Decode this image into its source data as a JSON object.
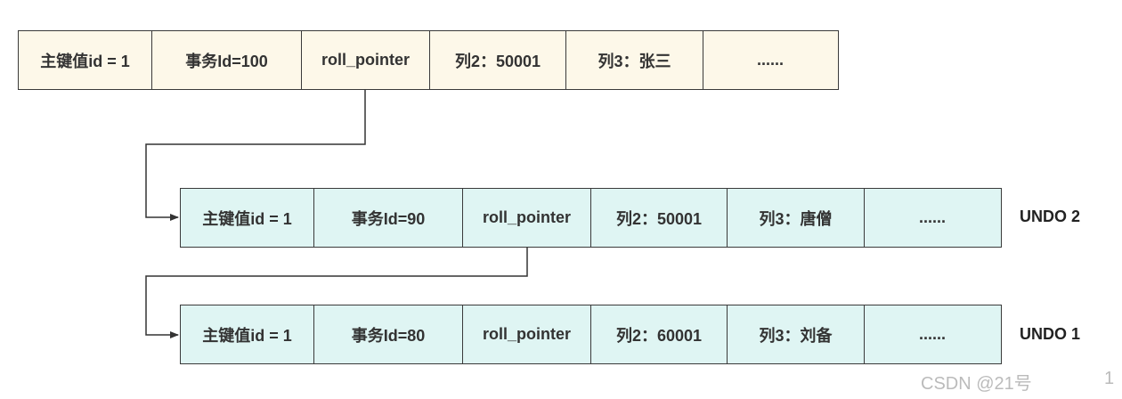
{
  "current_record": {
    "cells": [
      "主键值id = 1",
      "事务Id=100",
      "roll_pointer",
      "列2：50001",
      "列3：张三",
      "......"
    ]
  },
  "undo2": {
    "label": "UNDO 2",
    "cells": [
      "主键值id = 1",
      "事务Id=90",
      "roll_pointer",
      "列2：50001",
      "列3：唐僧",
      "......"
    ]
  },
  "undo1": {
    "label": "UNDO 1",
    "cells": [
      "主键值id = 1",
      "事务Id=80",
      "roll_pointer",
      "列2：60001",
      "列3：刘备",
      "......"
    ]
  },
  "watermark": "CSDN @21号",
  "watermark_extra": "1"
}
